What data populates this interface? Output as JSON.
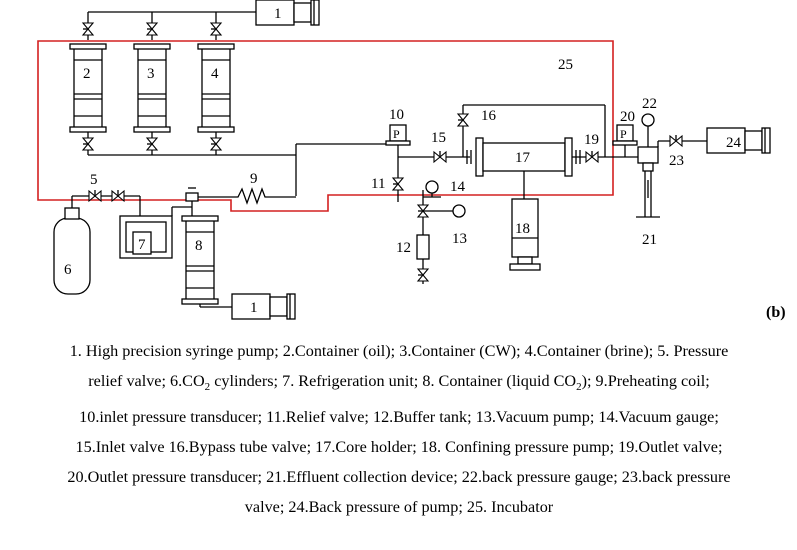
{
  "diagram": {
    "panel_label": "(b)",
    "labels": {
      "syringe_pump_top": "1",
      "syringe_pump_bottom": "1",
      "container_oil": "2",
      "container_cw": "3",
      "container_brine": "4",
      "relief_valve": "5",
      "co2_cylinder": "6",
      "refrigeration_unit": "7",
      "container_liquid_co2": "8",
      "preheating_coil": "9",
      "inlet_pressure_transducer": "10",
      "relief_valve_11": "11",
      "buffer_tank": "12",
      "vacuum_pump": "13",
      "vacuum_gauge": "14",
      "inlet_valve": "15",
      "bypass_valve": "16",
      "core_holder": "17",
      "confining_pump": "18",
      "outlet_valve": "19",
      "outlet_transducer": "20",
      "effluent_collector": "21",
      "back_pressure_gauge": "22",
      "back_pressure_valve": "23",
      "back_pressure_pump": "24",
      "incubator": "25",
      "gauge_symbol": "P"
    }
  },
  "caption": {
    "line1": "1. High precision syringe pump; 2.Container (oil); 3.Container (CW); 4.Container (brine); 5. Pressure",
    "line2_a": "relief valve; 6.CO",
    "line2_sub": "2",
    "line2_b": " cylinders; 7. Refrigeration unit; 8. Container (liquid CO",
    "line2_sub2": "2",
    "line2_c": "); 9.Preheating coil;",
    "line3": "10.inlet pressure transducer; 11.Relief valve; 12.Buffer tank; 13.Vacuum pump; 14.Vacuum gauge;",
    "line4": "15.Inlet valve 16.Bypass tube valve; 17.Core holder; 18. Confining pressure pump; 19.Outlet valve;",
    "line5": "20.Outlet pressure transducer; 21.Effluent collection device; 22.back pressure gauge; 23.back pressure",
    "line6": "valve; 24.Back pressure of pump; 25. Incubator"
  }
}
